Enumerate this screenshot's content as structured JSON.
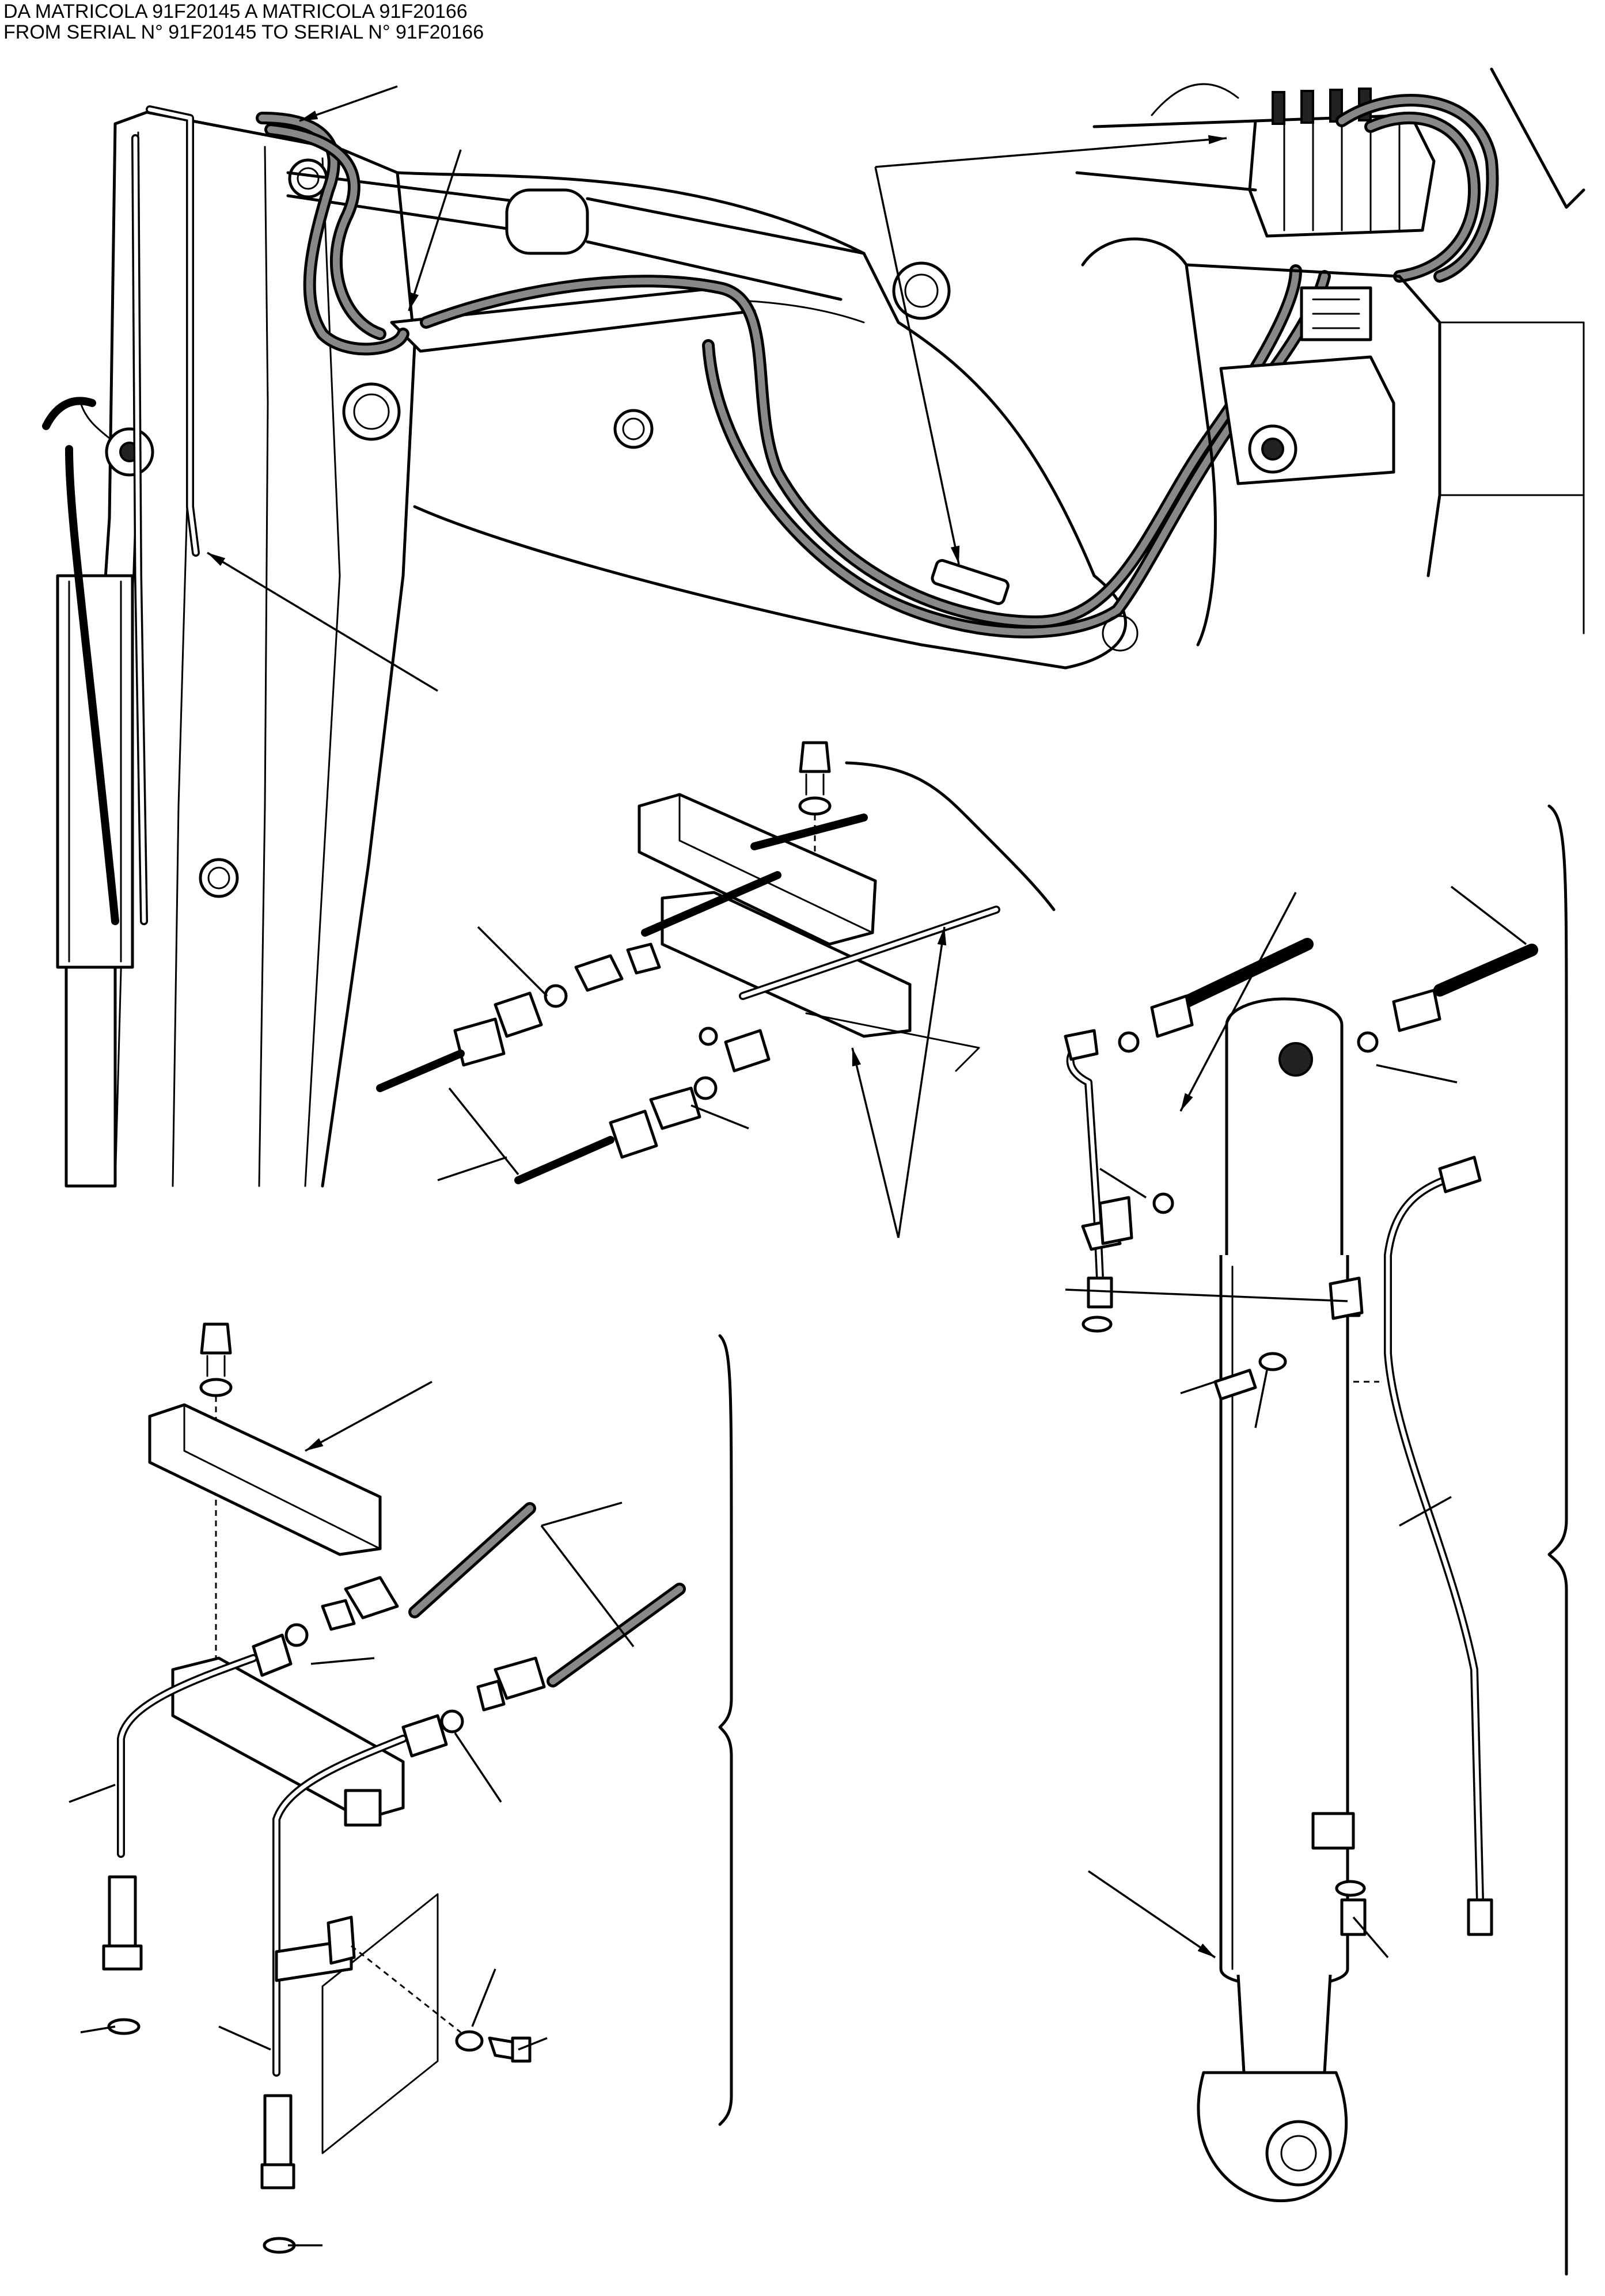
{
  "header": {
    "line1": "DA MATRICOLA 91F20145 A MATRICOLA 91F20166",
    "line2": "FROM SERIAL N° 91F20145 TO SERIAL N° 91F20166"
  },
  "drawing": {
    "stroke_color": "#000000",
    "background": "#ffffff",
    "views": [
      "boom-hose-routing-view",
      "upper-clamp-detail",
      "cylinder-pipe-detail",
      "lower-clamp-detail"
    ]
  }
}
